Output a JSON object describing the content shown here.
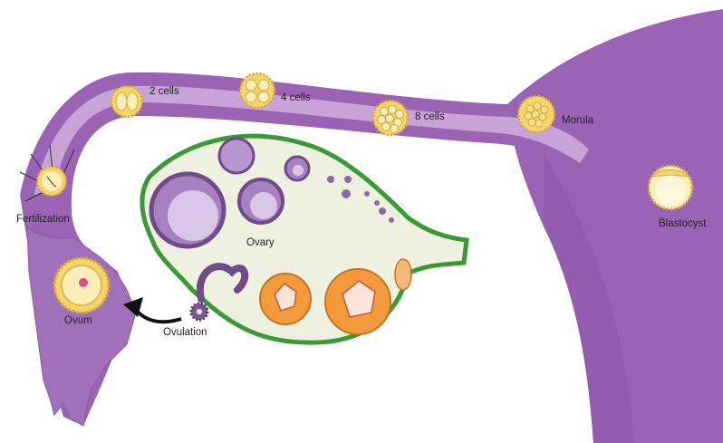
{
  "diagram": {
    "colors": {
      "uterus": "#9a63b4",
      "uterus_dark": "#7d4a98",
      "tube": "#c7a3d8",
      "tube_edge": "#8a5aa3",
      "ovary_fill": "#eef1df",
      "ovary_edge": "#3a9a35",
      "follicle": "#a780c2",
      "follicle_edge": "#6f4c88",
      "corpus": "#f29a3c",
      "embryo": "#f5d56a"
    },
    "labels": {
      "two_cells": "2 cells",
      "four_cells": "4 cells",
      "eight_cells": "8 cells",
      "morula": "Morula",
      "blastocyst": "Blastocyst",
      "fertilization": "Fertilization",
      "ovary": "Ovary",
      "ovum": "Ovum",
      "ovulation": "Ovulation"
    }
  }
}
